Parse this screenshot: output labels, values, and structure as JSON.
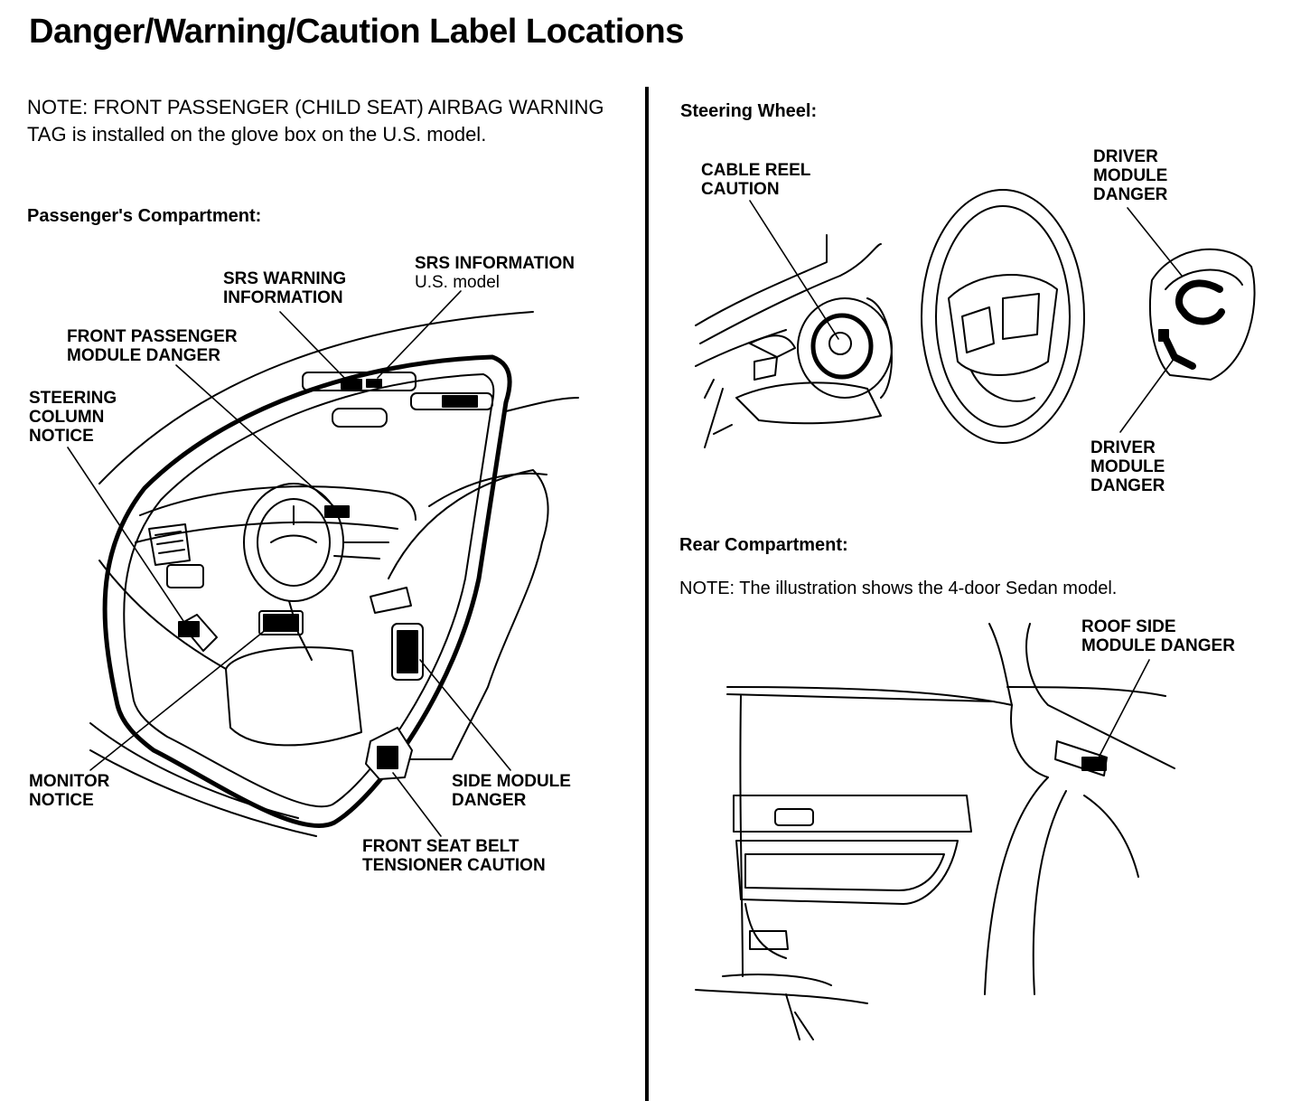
{
  "title": "Danger/Warning/Caution Label Locations",
  "note_passenger": "NOTE: FRONT PASSENGER (CHILD SEAT) AIRBAG WARNING TAG is installed on the glove box on the U.S. model.",
  "sections": {
    "passenger": "Passenger's Compartment:",
    "steering": "Steering Wheel:",
    "rear": "Rear Compartment:"
  },
  "note_rear": "NOTE: The illustration shows the 4-door Sedan model.",
  "labels": {
    "srs_warning": [
      "SRS WARNING",
      "INFORMATION"
    ],
    "srs_information": [
      "SRS INFORMATION",
      "U.S. model"
    ],
    "front_passenger": [
      "FRONT PASSENGER",
      "MODULE DANGER"
    ],
    "steering_column": [
      "STEERING",
      "COLUMN",
      "NOTICE"
    ],
    "monitor_notice": [
      "MONITOR",
      "NOTICE"
    ],
    "side_module": [
      "SIDE MODULE",
      "DANGER"
    ],
    "seat_belt": [
      "FRONT SEAT BELT",
      "TENSIONER CAUTION"
    ],
    "cable_reel": [
      "CABLE REEL",
      "CAUTION"
    ],
    "driver_module_top": [
      "DRIVER",
      "MODULE",
      "DANGER"
    ],
    "driver_module_bottom": [
      "DRIVER",
      "MODULE",
      "DANGER"
    ],
    "roof_side": [
      "ROOF SIDE",
      "MODULE DANGER"
    ]
  }
}
